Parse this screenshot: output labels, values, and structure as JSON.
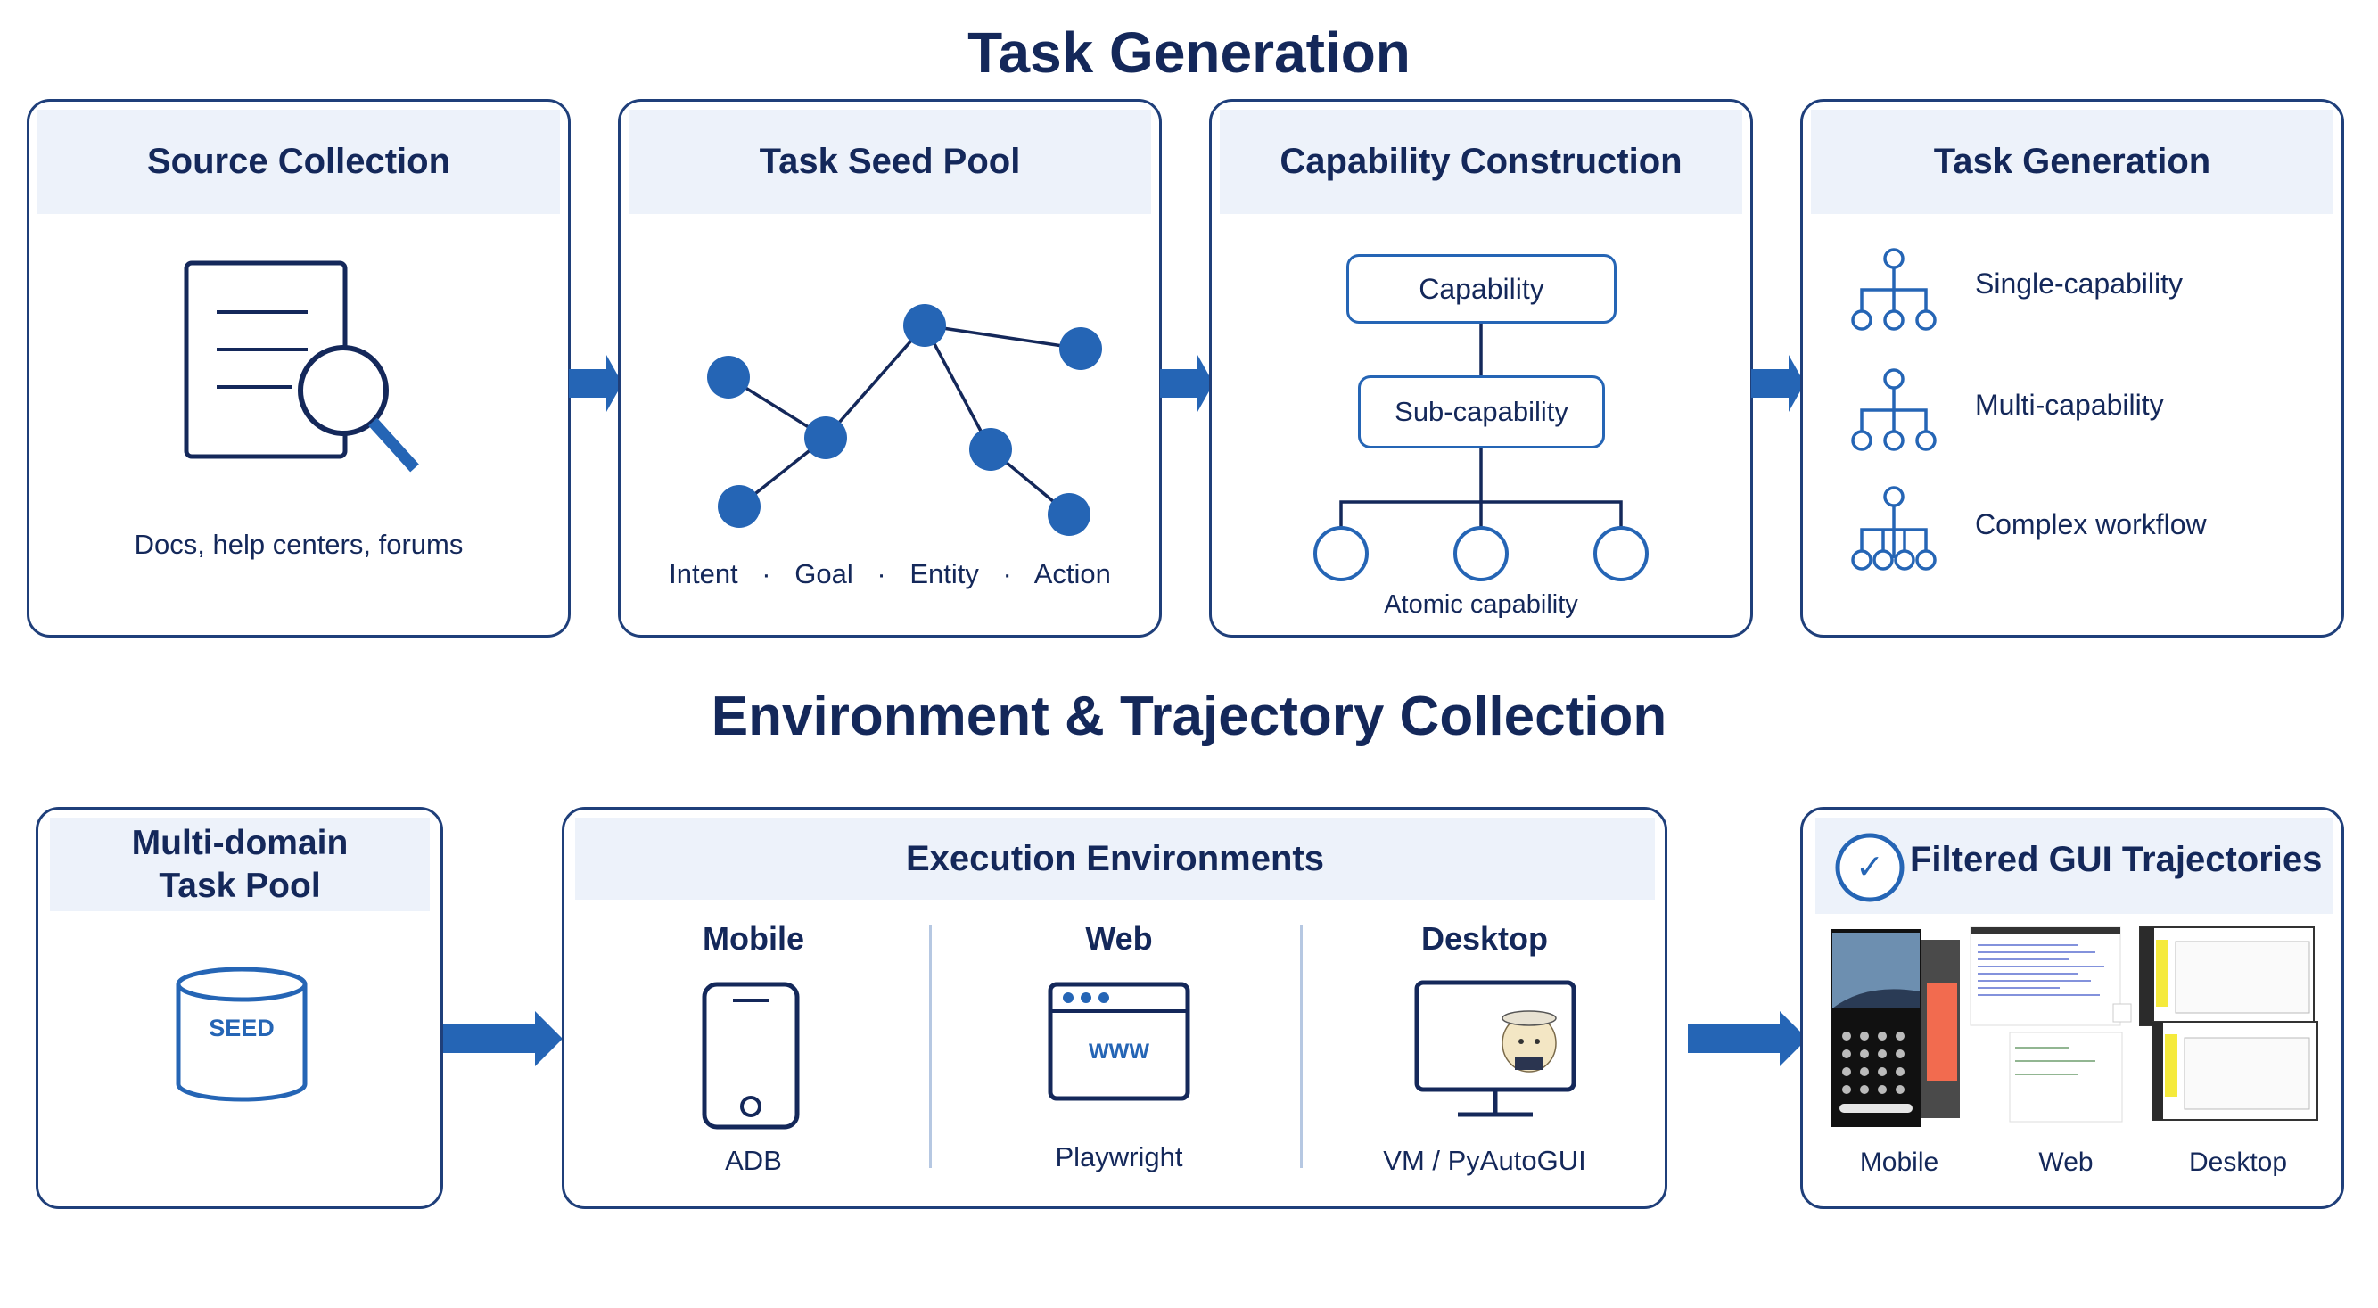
{
  "top_section": {
    "title": "Task Generation",
    "source_collection": {
      "title": "Source Collection",
      "caption": "Docs, help centers, forums"
    },
    "task_seed_pool": {
      "title": "Task Seed Pool",
      "labels": [
        "Intent",
        "Goal",
        "Entity",
        "Action"
      ],
      "separator": "·"
    },
    "capability_construction": {
      "title": "Capability Construction",
      "capability": "Capability",
      "sub_capability": "Sub-capability",
      "atomic": "Atomic capability"
    },
    "task_generation": {
      "title": "Task Generation",
      "items": [
        "Single-capability",
        "Multi-capability",
        "Complex workflow"
      ]
    }
  },
  "bottom_section": {
    "title": "Environment & Trajectory Collection",
    "task_pool": {
      "title_line1": "Multi-domain",
      "title_line2": "Task Pool",
      "seed": "SEED"
    },
    "execution": {
      "title": "Execution Environments",
      "columns": [
        {
          "name": "Mobile",
          "tool": "ADB"
        },
        {
          "name": "Web",
          "tool": "Playwright"
        },
        {
          "name": "Desktop",
          "tool": "VM / PyAutoGUI"
        }
      ],
      "browser_text": "WWW"
    },
    "trajectories": {
      "title": "Filtered GUI Trajectories",
      "check": "✓",
      "labels": [
        "Mobile",
        "Web",
        "Desktop"
      ]
    }
  },
  "colors": {
    "navy": "#14285a",
    "border": "#1f3f7a",
    "accent": "#2565b5",
    "header_bg": "#edf2fa"
  }
}
